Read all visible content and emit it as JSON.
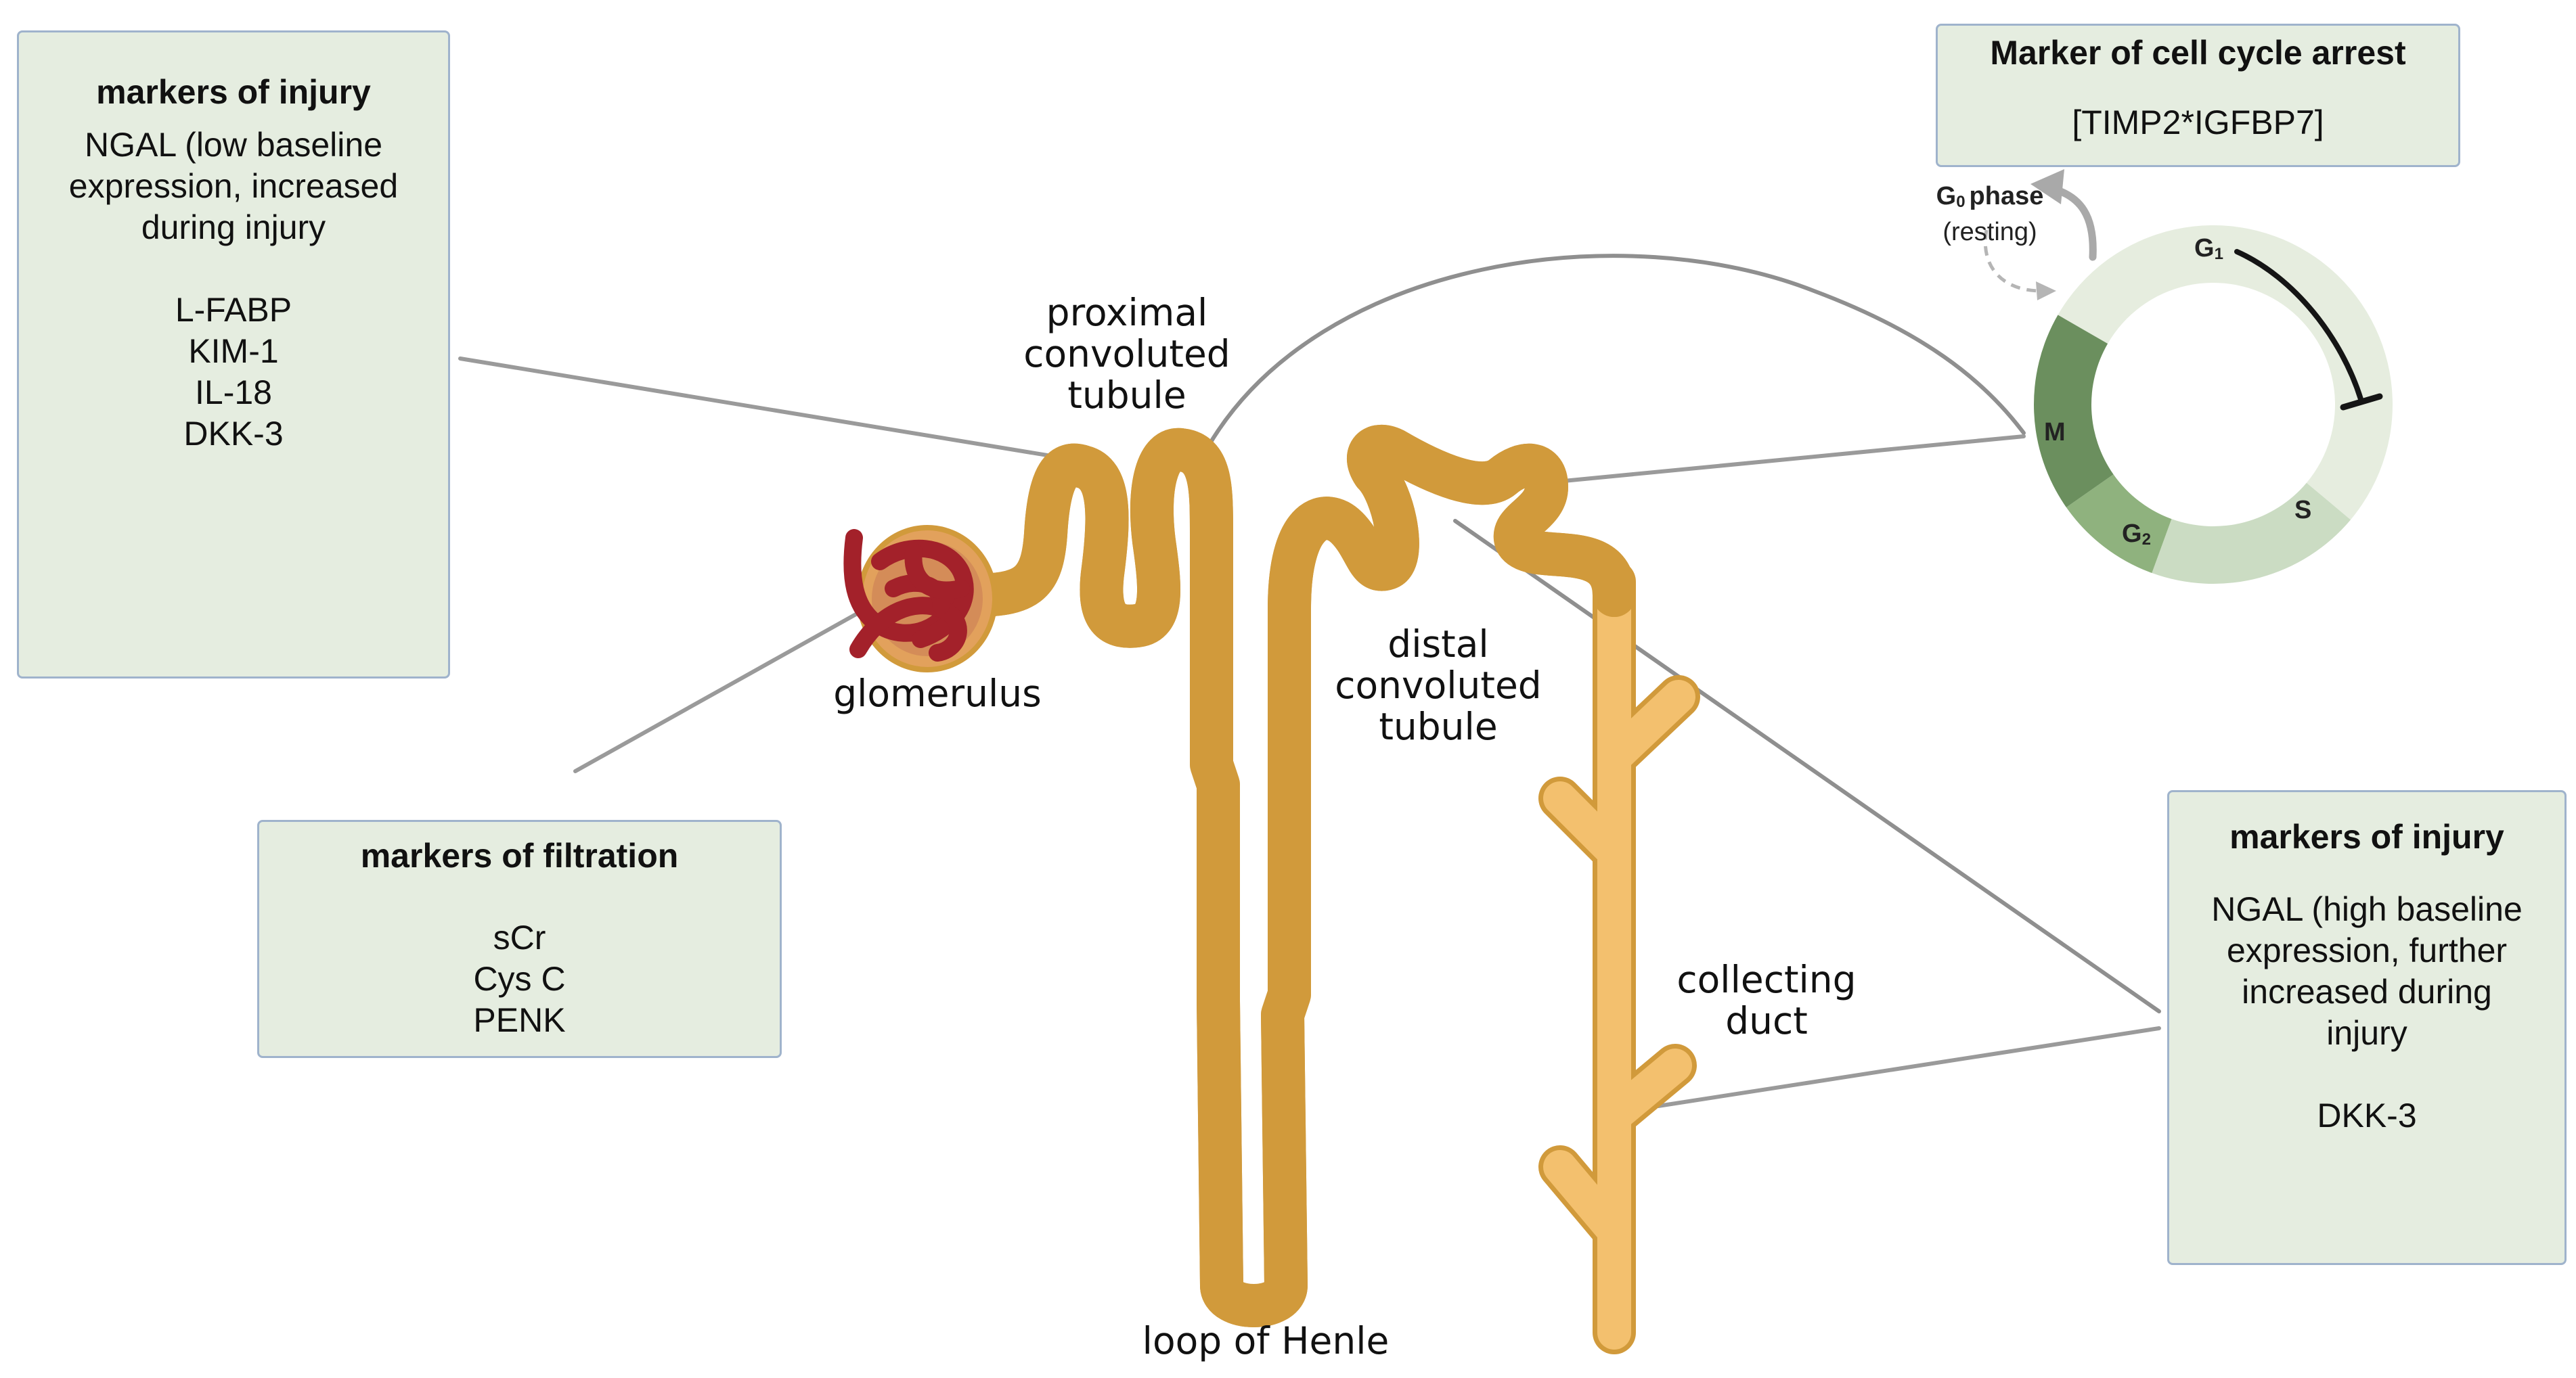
{
  "colors": {
    "tubule_fill": "#f3c06e",
    "tubule_stroke": "#d19a3b",
    "glomerulus_red": "#a3212a",
    "capsule_fill": "#e2a15c",
    "box_fill": "#e5ede0",
    "box_border": "#9fb3cc",
    "leader_line": "#8a8a8a",
    "phase_g1": "#e6eddf",
    "phase_s": "#cbdcc3",
    "phase_g2": "#8fb27e",
    "phase_m": "#6b8f5e"
  },
  "boxes": {
    "injury_left": {
      "title": "markers of injury",
      "lines": [
        "NGAL (low baseline",
        "expression, increased",
        "during injury",
        "",
        "L-FABP",
        "KIM-1",
        "IL-18",
        "DKK-3"
      ]
    },
    "filtration": {
      "title": "markers of filtration",
      "lines": [
        "",
        "sCr",
        "Cys C",
        "PENK"
      ]
    },
    "cell_cycle": {
      "title": "Marker of cell cycle arrest",
      "lines": [
        "",
        "[TIMP2*IGFBP7]"
      ]
    },
    "injury_right": {
      "title": "markers of injury",
      "lines": [
        "",
        "NGAL (high baseline",
        "expression, further",
        "increased during",
        "injury",
        "",
        "DKK-3"
      ]
    }
  },
  "labels": {
    "glomerulus": "glomerulus",
    "proximal": [
      "proximal",
      "convoluted",
      "tubule"
    ],
    "distal": [
      "distal",
      "convoluted",
      "tubule"
    ],
    "collecting": [
      "collecting",
      "duct"
    ],
    "loop": "loop of Henle"
  },
  "cell_cycle": {
    "g0_main": "G",
    "g0_sub": "0",
    "g0_word": "phase",
    "g0_resting": "(resting)",
    "g1_main": "G",
    "g1_sub": "1",
    "s": "S",
    "g2_main": "G",
    "g2_sub": "2",
    "m": "M"
  }
}
